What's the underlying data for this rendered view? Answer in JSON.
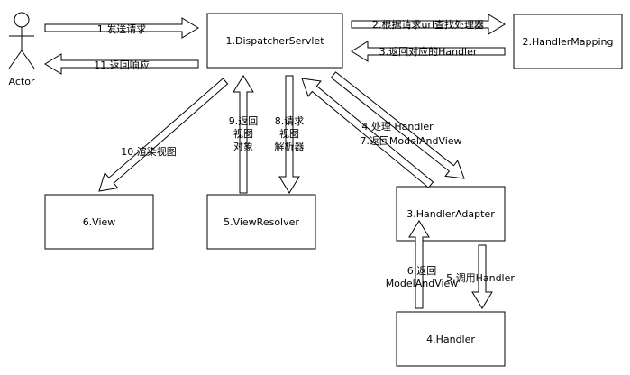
{
  "actor": {
    "label": "Actor"
  },
  "nodes": {
    "dispatcher": "1.DispatcherServlet",
    "handler_mapping": "2.HandlerMapping",
    "handler_adapter": "3.HandlerAdapter",
    "handler": "4.Handler",
    "view_resolver": "5.ViewResolver",
    "view": "6.View"
  },
  "edges": {
    "send_request": "1.发送请求",
    "return_response": "11.返回响应",
    "find_handler": "2.根据请求url查找处理器",
    "return_handler": "3.返回对应的Handler",
    "handle_handler_line1": "4.处理 Handler",
    "handle_handler_line2": "7.返回ModelAndView",
    "invoke_handler": "5.调用Handler",
    "return_mav_line1": "6.返回",
    "return_mav_line2": "ModelAndView",
    "request_resolver_line1": "8.请求",
    "request_resolver_line2": "视图",
    "request_resolver_line3": "解析器",
    "return_view_line1": "9.返回",
    "return_view_line2": "视图",
    "return_view_line3": "对象",
    "render_view": "10.渲染视图"
  }
}
